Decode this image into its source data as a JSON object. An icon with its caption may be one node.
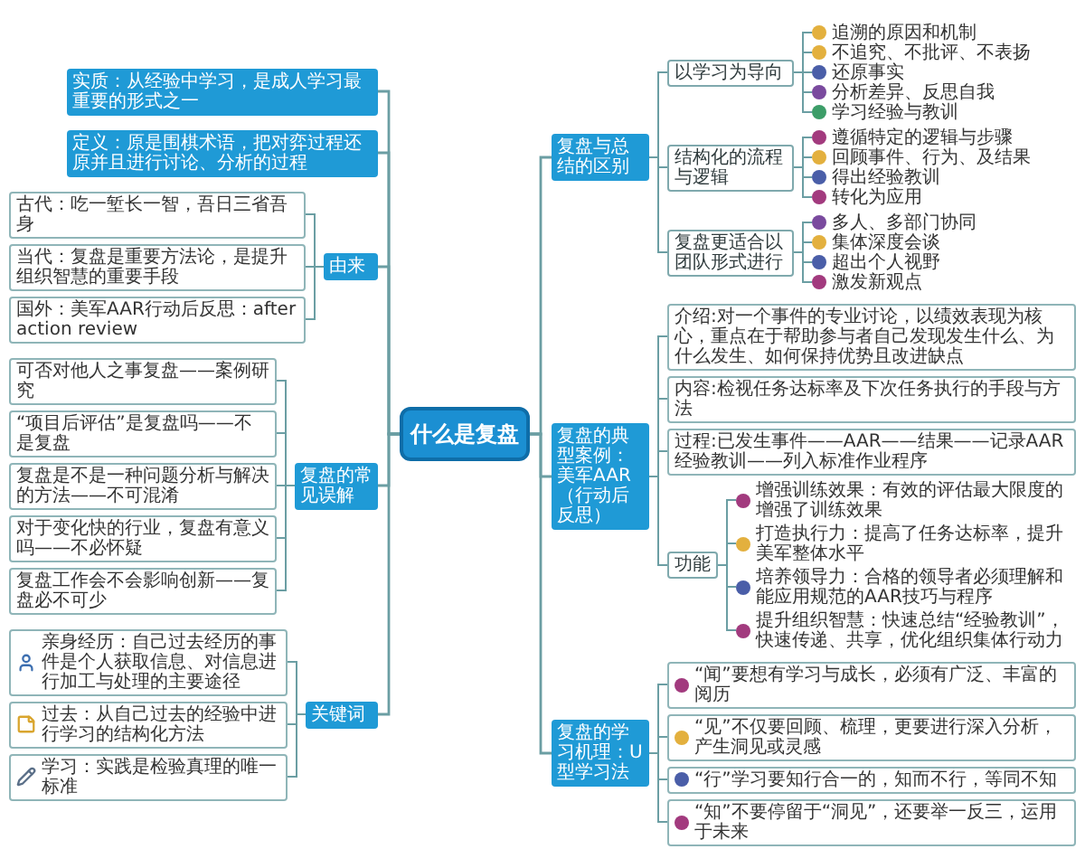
{
  "diagram": {
    "nodes": [
      {
        "text": [
          "什么是复盘"
        ]
      },
      {
        "text": [
          "实质：从经验中学习，是成人学习最重要的形式之一"
        ]
      },
      {
        "text": [
          "定义：原是围棋术语，把对弈过程还原并且进行讨论、分析的过程"
        ]
      },
      {
        "text": [
          "由来"
        ]
      },
      {
        "text": [
          "古代：吃一堑长一智，吾日三省吾身"
        ]
      },
      {
        "text": [
          "当代：复盘是重要方法论，是提升组织智慧的重要手段"
        ]
      },
      {
        "text": [
          "国外：美军AAR行动后反思：after action review"
        ]
      },
      {
        "text": [
          "复盘的常见误解"
        ]
      },
      {
        "text": [
          "可否对他人之事复盘——案例研究"
        ]
      },
      {
        "text": [
          "“项目后评估”是复盘吗——不是复盘"
        ]
      },
      {
        "text": [
          "复盘是不是一种问题分析与解决的方法——不可混淆"
        ]
      },
      {
        "text": [
          "对于变化快的行业，复盘有意义吗——不必怀疑"
        ]
      },
      {
        "text": [
          "复盘工作会不会影响创新——复盘必不可少"
        ]
      },
      {
        "text": [
          "关键词"
        ]
      },
      {
        "text": [
          "亲身经历：自己过去经历的事件是个人获取信息、对信息进行加工与处理的主要途径"
        ]
      },
      {
        "text": [
          "过去：从自己过去的经验中进行学习的结构化方法"
        ]
      },
      {
        "text": [
          "学习：实践是检验真理的唯一标准"
        ]
      },
      {
        "text": [
          "复盘与总结的区别"
        ]
      },
      {
        "text": [
          "以学习为导向"
        ]
      },
      {
        "text": [
          "追溯的原因和机制"
        ]
      },
      {
        "text": [
          "不追究、不批评、不表扬"
        ]
      },
      {
        "text": [
          "还原事实"
        ]
      },
      {
        "text": [
          "分析差异、反思自我"
        ]
      },
      {
        "text": [
          "学习经验与教训"
        ]
      },
      {
        "text": [
          "结构化的流程与逻辑"
        ]
      },
      {
        "text": [
          "遵循特定的逻辑与步骤"
        ]
      },
      {
        "text": [
          "回顾事件、行为、及结果"
        ]
      },
      {
        "text": [
          "得出经验教训"
        ]
      },
      {
        "text": [
          "转化为应用"
        ]
      },
      {
        "text": [
          "复盘更适合以团队形式进行"
        ]
      },
      {
        "text": [
          "多人、多部门协同"
        ]
      },
      {
        "text": [
          "集体深度会谈"
        ]
      },
      {
        "text": [
          "超出个人视野"
        ]
      },
      {
        "text": [
          "激发新观点"
        ]
      },
      {
        "text": [
          "复盘的典型案例：美军AAR（行动后反思）"
        ]
      },
      {
        "text": [
          "介绍:对一个事件的专业讨论，以绩效表现为核心，重点在于帮助参与者自己发现发生什么、为什么发生、如何保持优势且改进缺点"
        ]
      },
      {
        "text": [
          "内容:检视任务达标率及下次任务执行的手段与方法"
        ]
      },
      {
        "text": [
          "过程:已发生事件——AAR——结果——记录AAR经验教训——列入标准作业程序"
        ]
      },
      {
        "text": [
          "功能"
        ]
      },
      {
        "text": [
          "增强训练效果：有效的评估最大限度的增强了训练效果"
        ]
      },
      {
        "text": [
          "打造执行力：提高了任务达标率，提升美军整体水平"
        ]
      },
      {
        "text": [
          "培养领导力：合格的领导者必须理解和能应用规范的AAR技巧与程序"
        ]
      },
      {
        "text": [
          "提升组织智慧：快速总结“经验教训”，快速传递、共享，优化组织集体行动力"
        ]
      },
      {
        "text": [
          "复盘的学习机理：U型学习法"
        ]
      },
      {
        "text": [
          "“闻”要想有学习与成长，必须有广泛、丰富的阅历"
        ]
      },
      {
        "text": [
          "“见”不仅要回顾、梳理，更要进行深入分析，产生洞见或灵感"
        ]
      },
      {
        "text": [
          "“行”学习要知行合一的，知而不行，等同不知"
        ]
      },
      {
        "text": [
          "“知”不要停留于“洞见”，还要举一反三，运用于未来"
        ]
      }
    ],
    "edges": [
      {
        "from": 0,
        "to": 1,
        "arrow": "none"
      },
      {
        "from": 0,
        "to": 2,
        "arrow": "none"
      },
      {
        "from": 0,
        "to": 3,
        "arrow": "none"
      },
      {
        "from": 3,
        "to": 4,
        "arrow": "none"
      },
      {
        "from": 3,
        "to": 5,
        "arrow": "none"
      },
      {
        "from": 3,
        "to": 6,
        "arrow": "none"
      },
      {
        "from": 0,
        "to": 7,
        "arrow": "none"
      },
      {
        "from": 7,
        "to": 8,
        "arrow": "none"
      },
      {
        "from": 7,
        "to": 9,
        "arrow": "none"
      },
      {
        "from": 7,
        "to": 10,
        "arrow": "none"
      },
      {
        "from": 7,
        "to": 11,
        "arrow": "none"
      },
      {
        "from": 7,
        "to": 12,
        "arrow": "none"
      },
      {
        "from": 0,
        "to": 13,
        "arrow": "none"
      },
      {
        "from": 13,
        "to": 14,
        "arrow": "none"
      },
      {
        "from": 13,
        "to": 15,
        "arrow": "none"
      },
      {
        "from": 13,
        "to": 16,
        "arrow": "none"
      },
      {
        "from": 0,
        "to": 17,
        "arrow": "none"
      },
      {
        "from": 17,
        "to": 18,
        "arrow": "none"
      },
      {
        "from": 18,
        "to": 19,
        "arrow": "none"
      },
      {
        "from": 18,
        "to": 20,
        "arrow": "none"
      },
      {
        "from": 18,
        "to": 21,
        "arrow": "none"
      },
      {
        "from": 18,
        "to": 22,
        "arrow": "none"
      },
      {
        "from": 18,
        "to": 23,
        "arrow": "none"
      },
      {
        "from": 17,
        "to": 24,
        "arrow": "none"
      },
      {
        "from": 24,
        "to": 25,
        "arrow": "none"
      },
      {
        "from": 24,
        "to": 26,
        "arrow": "none"
      },
      {
        "from": 24,
        "to": 27,
        "arrow": "none"
      },
      {
        "from": 24,
        "to": 28,
        "arrow": "none"
      },
      {
        "from": 17,
        "to": 29,
        "arrow": "none"
      },
      {
        "from": 29,
        "to": 30,
        "arrow": "none"
      },
      {
        "from": 29,
        "to": 31,
        "arrow": "none"
      },
      {
        "from": 29,
        "to": 32,
        "arrow": "none"
      },
      {
        "from": 29,
        "to": 33,
        "arrow": "none"
      },
      {
        "from": 0,
        "to": 34,
        "arrow": "none"
      },
      {
        "from": 34,
        "to": 35,
        "arrow": "none"
      },
      {
        "from": 34,
        "to": 36,
        "arrow": "none"
      },
      {
        "from": 34,
        "to": 37,
        "arrow": "none"
      },
      {
        "from": 34,
        "to": 38,
        "arrow": "none"
      },
      {
        "from": 38,
        "to": 39,
        "arrow": "none"
      },
      {
        "from": 38,
        "to": 40,
        "arrow": "none"
      },
      {
        "from": 38,
        "to": 41,
        "arrow": "none"
      },
      {
        "from": 38,
        "to": 42,
        "arrow": "none"
      },
      {
        "from": 0,
        "to": 43,
        "arrow": "none"
      },
      {
        "from": 43,
        "to": 44,
        "arrow": "none"
      },
      {
        "from": 43,
        "to": 45,
        "arrow": "none"
      },
      {
        "from": 43,
        "to": 46,
        "arrow": "none"
      },
      {
        "from": 43,
        "to": 47,
        "arrow": "none"
      }
    ]
  }
}
